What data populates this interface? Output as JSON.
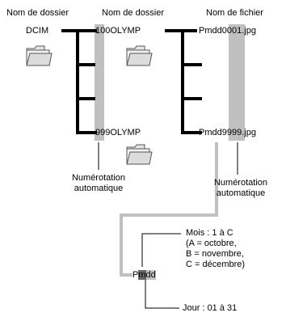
{
  "headers": {
    "folder_name_1": "Nom de dossier",
    "folder_name_2": "Nom de dossier",
    "file_name": "Nom de fichier"
  },
  "root_folder": "DCIM",
  "subfolders": {
    "first": "100OLYMP",
    "last": "999OLYMP"
  },
  "files": {
    "first": "Pmdd0001.jpg",
    "last": "Pmdd9999.jpg"
  },
  "auto_numbering": {
    "folders": [
      "Numérotation",
      "automatique"
    ],
    "files": [
      "Numérotation",
      "automatique"
    ]
  },
  "filename_detail": {
    "prefix": "P",
    "month_code": "m",
    "day_code": "dd",
    "month_lines": [
      "Mois : 1 à C",
      "(A = octobre,",
      "B = novembre,",
      "C = décembre)"
    ],
    "day_label": "Jour : 01 à 31"
  },
  "icons": [
    "folder-icon",
    "folder-icon",
    "folder-icon"
  ],
  "colors": {
    "highlight": "#c0c0c0",
    "month_highlight": "#666666",
    "connector": "#c0c0c0"
  }
}
